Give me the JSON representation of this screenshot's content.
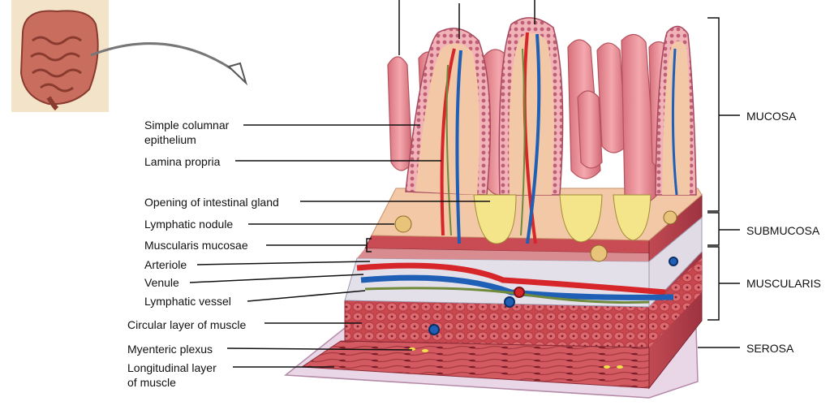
{
  "labels": {
    "simple_columnar_line1": "Simple columnar",
    "simple_columnar_line2": "epithelium",
    "lamina_propria": "Lamina propria",
    "opening_gland": "Opening of intestinal gland",
    "lymphatic_nodule": "Lymphatic nodule",
    "muscularis_mucosae": "Muscularis mucosae",
    "arteriole": "Arteriole",
    "venule": "Venule",
    "lymphatic_vessel": "Lymphatic vessel",
    "circular_layer": "Circular layer of muscle",
    "myenteric_plexus": "Myenteric plexus",
    "longitudinal_line1": "Longitudinal layer",
    "longitudinal_line2": "of muscle"
  },
  "layers": {
    "mucosa": "MUCOSA",
    "submucosa": "SUBMUCOSA",
    "muscularis": "MUSCULARIS",
    "serosa": "SEROSA"
  },
  "colors": {
    "villus_pink": "#e58a93",
    "villus_dark": "#c9606c",
    "lamina": "#f2c8a6",
    "artery": "#d6262a",
    "vein": "#1f5fb5",
    "lymph": "#6f8a3a",
    "muscle": "#c8474e",
    "submucosa": "#e6e2ec",
    "gland_cell": "#f4e58a"
  }
}
